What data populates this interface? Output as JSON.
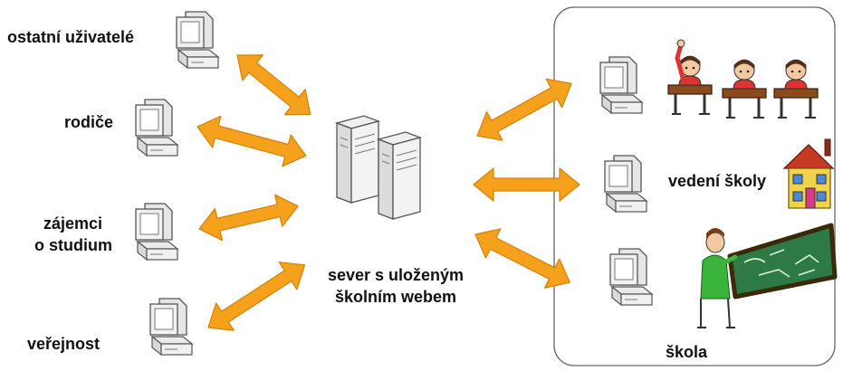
{
  "diagram": {
    "left_labels": {
      "others": "ostatní uživatelé",
      "parents": "rodiče",
      "applicants_line1": "zájemci",
      "applicants_line2": "o studium",
      "public": "veřejnost"
    },
    "server": {
      "line1": "sever s uloženým",
      "line2": "školním webem"
    },
    "school": {
      "management": "vedení školy",
      "title": "škola"
    },
    "icons": {
      "client": "desktop-computer-icon",
      "server": "server-tower-icon",
      "students": "students-at-desks-icon",
      "building": "school-building-icon",
      "teacher": "teacher-at-blackboard-icon"
    },
    "colors": {
      "arrow_fill": "#f5a11c",
      "arrow_stroke": "#d67f08",
      "computer_body": "#eeeeee",
      "school_frame": "#666666"
    }
  }
}
